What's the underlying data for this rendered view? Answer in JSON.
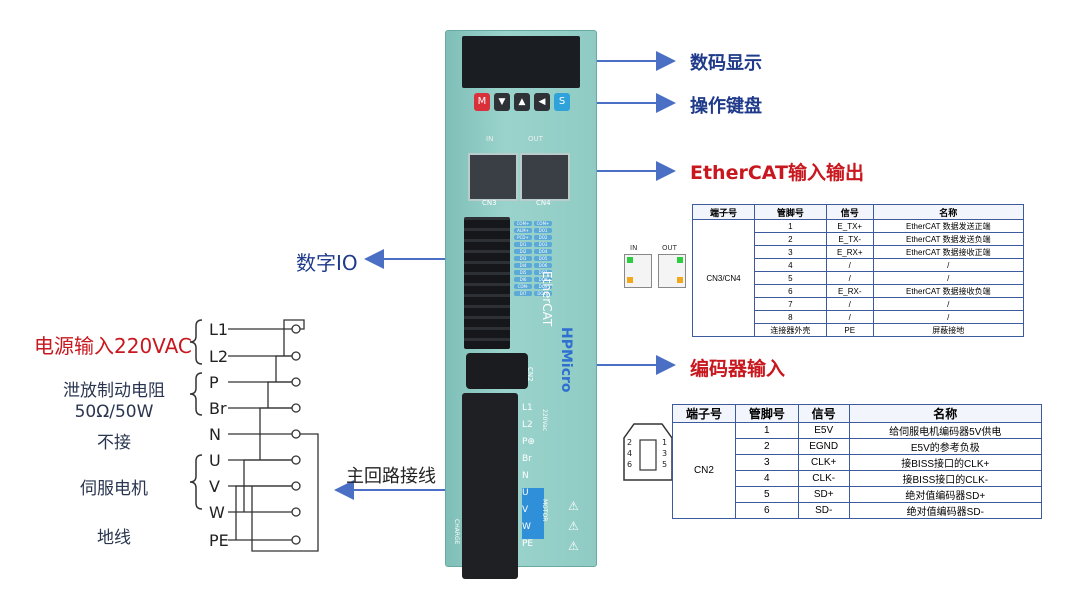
{
  "labels": {
    "display": "数码显示",
    "keypad": "操作键盘",
    "ethercat": "EtherCAT输入输出",
    "digital_io": "数字IO",
    "encoder": "编码器输入",
    "main_circuit": "主回路接线",
    "power_input": "电源输入220VAC",
    "brake_resistor_1": "泄放制动电阻",
    "brake_resistor_2": "50Ω/50W",
    "brake_resistor_3": "不接",
    "servo_motor": "伺服电机",
    "ground": "地线"
  },
  "terminals": [
    "L1",
    "L2",
    "P",
    "Br",
    "N",
    "U",
    "V",
    "W",
    "PE"
  ],
  "device": {
    "keys": [
      "M",
      "▼",
      "▲",
      "◀",
      "S"
    ],
    "port_in": "IN",
    "port_out": "OUT",
    "cn3": "CN3",
    "cn4": "CN4",
    "brand_vertical": "EtherCAT",
    "logo": "HPMicro",
    "cn2": "CN2",
    "power_terms": [
      "L1",
      "L2",
      "P⊕",
      "Br",
      "N",
      "U",
      "V",
      "W",
      "PE"
    ],
    "vac": "220Vac",
    "motor": "MOTOR",
    "charge": "CHARGE",
    "io_labels_left": [
      "COM+",
      "ALM+",
      "PCD+",
      "DI1",
      "DI2",
      "DI3",
      "DI4",
      "DI5",
      "DI6",
      "COM-",
      "DI7"
    ],
    "io_labels_right": [
      "COM+",
      "DO1",
      "DO2",
      "DO3",
      "DO4",
      "DO5",
      "DO6",
      "DO7",
      "DO8",
      "DO9",
      "DO10"
    ]
  },
  "connector_icon": {
    "in": "IN",
    "out": "OUT"
  },
  "table1": {
    "headers": [
      "端子号",
      "管脚号",
      "信号",
      "名称"
    ],
    "port": "CN3/CN4",
    "rows": [
      [
        "1",
        "E_TX+",
        "EtherCAT 数据发送正端"
      ],
      [
        "2",
        "E_TX-",
        "EtherCAT 数据发送负端"
      ],
      [
        "3",
        "E_RX+",
        "EtherCAT 数据接收正端"
      ],
      [
        "4",
        "/",
        "/"
      ],
      [
        "5",
        "/",
        "/"
      ],
      [
        "6",
        "E_RX-",
        "EtherCAT 数据接收负端"
      ],
      [
        "7",
        "/",
        "/"
      ],
      [
        "8",
        "/",
        "/"
      ],
      [
        "连接器外壳",
        "PE",
        "屏蔽接地"
      ]
    ]
  },
  "table2": {
    "headers": [
      "端子号",
      "管脚号",
      "信号",
      "名称"
    ],
    "port": "CN2",
    "rows": [
      [
        "1",
        "E5V",
        "给伺服电机编码器5V供电"
      ],
      [
        "2",
        "EGND",
        "E5V的参考负极"
      ],
      [
        "3",
        "CLK+",
        "接BISS接口的CLK+"
      ],
      [
        "4",
        "CLK-",
        "接BISS接口的CLK-"
      ],
      [
        "5",
        "SD+",
        "绝对值编码器SD+"
      ],
      [
        "6",
        "SD-",
        "绝对值编码器SD-"
      ]
    ]
  },
  "encoder_pins": [
    "1",
    "2",
    "3",
    "4",
    "5",
    "6"
  ],
  "colors": {
    "arrow": "#4a6fc4",
    "device_body": "#8fcbc4",
    "title_red": "#c8171e",
    "label_blue": "#1f3a8a"
  }
}
